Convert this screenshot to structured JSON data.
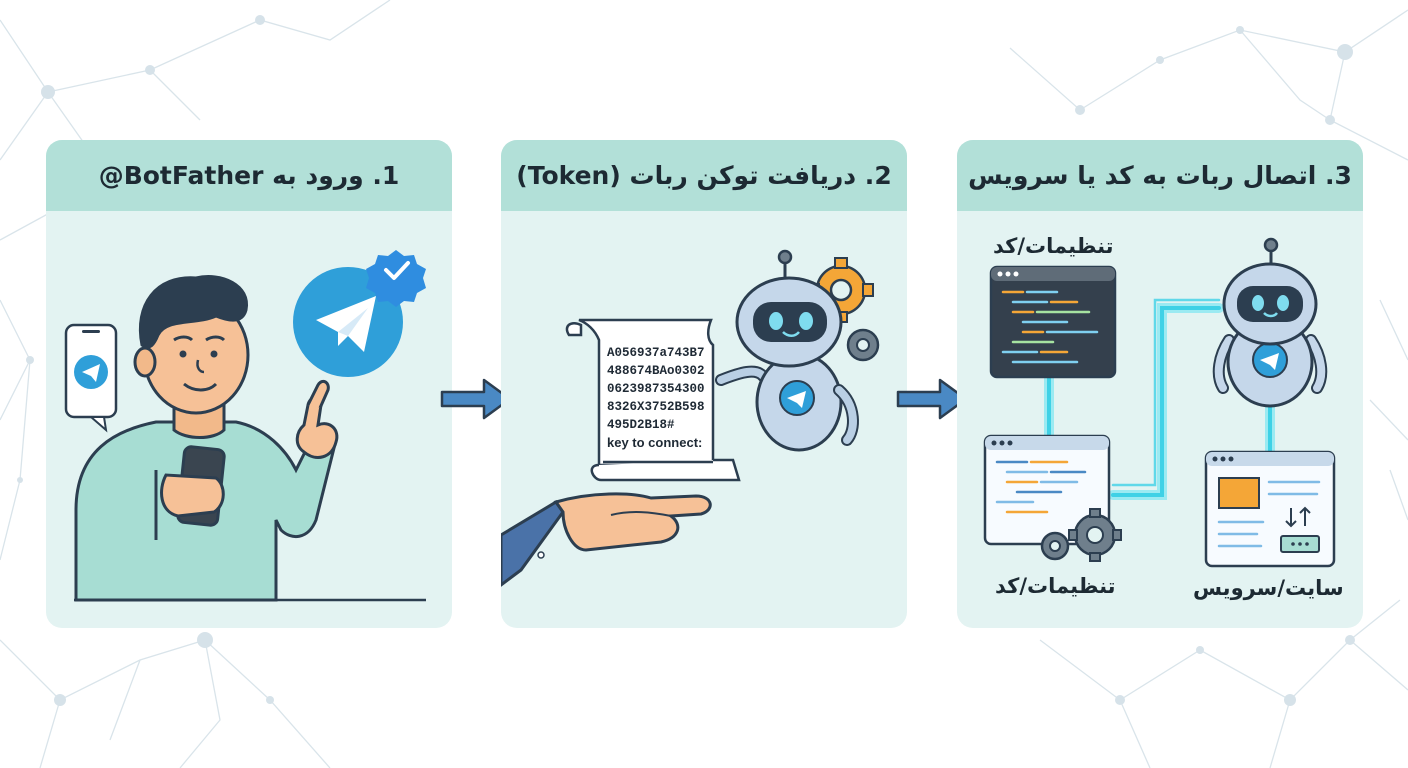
{
  "steps": [
    {
      "title": "1. ورود به BotFather@"
    },
    {
      "title": "2. دریافت توکن ربات (Token)"
    },
    {
      "title": "3. اتصال ربات به کد یا سرویس"
    }
  ],
  "token": {
    "lines": [
      "A056937a743B7",
      "488674BAo0302",
      "0623987354300",
      "8326X3752B598",
      "495D2B18#"
    ],
    "key_label": "key to connect:"
  },
  "labels": {
    "settings_top": "تنظیمات/کد",
    "settings_bottom": "تنظیمات/کد",
    "site_service": "سایت/سرویس"
  },
  "colors": {
    "panel_bg": "#e3f3f2",
    "panel_header": "#b2e0d8",
    "telegram_blue": "#2f9fd9",
    "arrow": "#4a89c4",
    "glow": "#3fd1e6"
  }
}
